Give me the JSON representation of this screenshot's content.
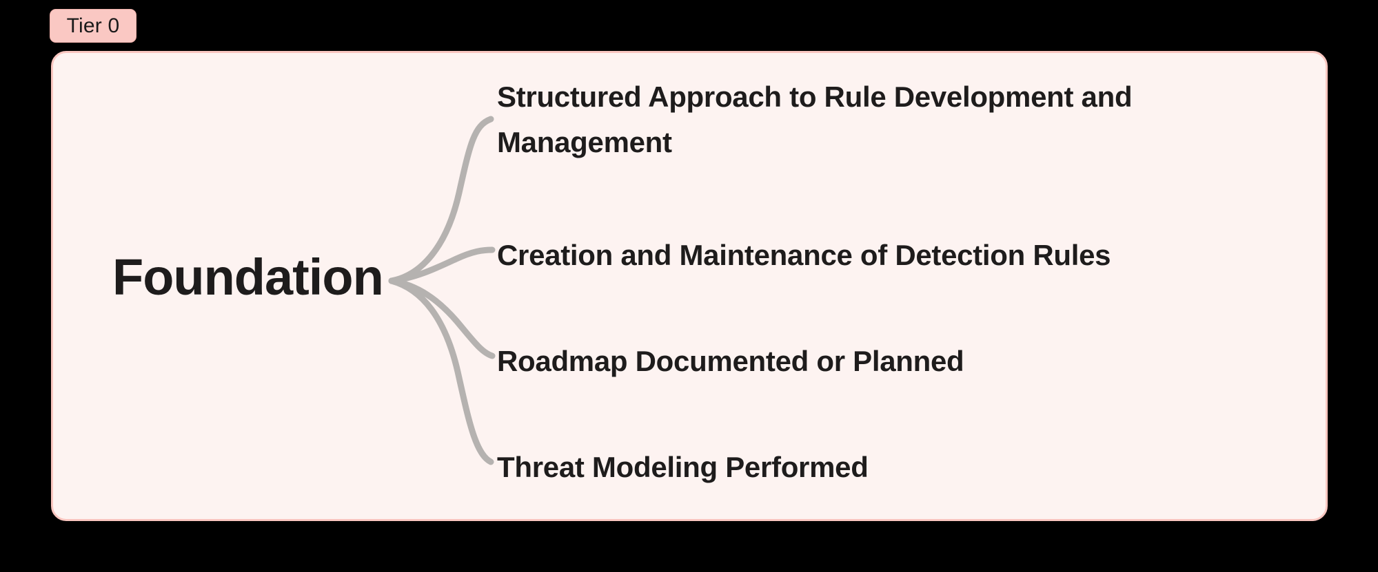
{
  "badge": {
    "label": "Tier 0",
    "background": "#FAC8C3",
    "text_color": "#1A1A1A"
  },
  "panel": {
    "background": "#FDF3F1",
    "border_color": "#F9C6C0"
  },
  "page": {
    "background": "#000000"
  },
  "mindmap": {
    "type": "mindmap",
    "connector_color": "#B5B2B0",
    "root": {
      "label": "Foundation",
      "text_color": "#1E1C1C"
    },
    "branches": [
      {
        "label": "Structured Approach to Rule Development and Management"
      },
      {
        "label": "Creation and Maintenance of Detection Rules"
      },
      {
        "label": "Roadmap Documented or Planned"
      },
      {
        "label": "Threat Modeling Performed"
      }
    ]
  }
}
